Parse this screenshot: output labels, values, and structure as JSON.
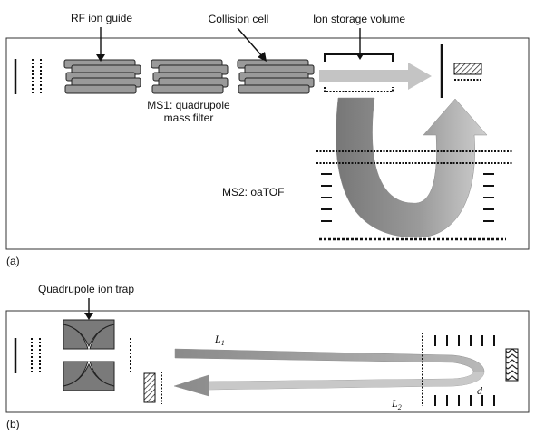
{
  "panel_a": {
    "tag": "(a)",
    "labels": {
      "rf_ion_guide": "RF ion guide",
      "collision_cell": "Collision cell",
      "ion_storage_volume": "Ion storage volume",
      "ms1_line1": "MS1: quadrupole",
      "ms1_line2": "mass filter",
      "ms2": "MS2: oaTOF"
    }
  },
  "panel_b": {
    "tag": "(b)",
    "labels": {
      "quadrupole_ion_trap": "Quadrupole ion trap",
      "l1_symbol": "L",
      "l1_sub": "1",
      "l2_symbol": "L",
      "l2_sub": "2",
      "d": "d"
    }
  },
  "colors": {
    "rod_fill": "#9a9a9a",
    "beam_light": "#c4c4c4",
    "beam_dark": "#8e8e8e",
    "trap_fill": "#7a7a7a"
  }
}
